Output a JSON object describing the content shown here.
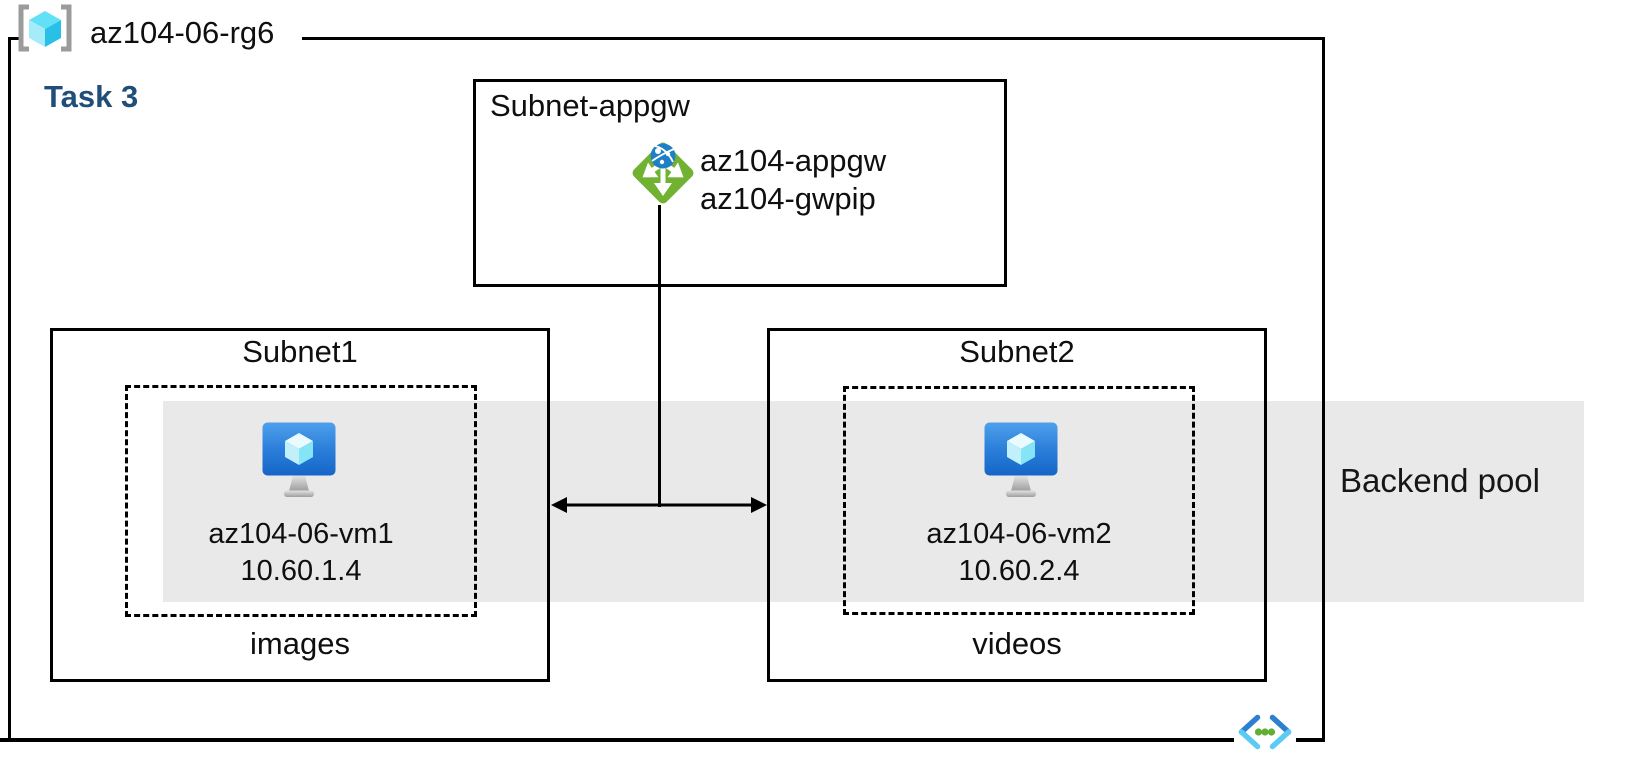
{
  "resource_group": {
    "label": "az104-06-rg6"
  },
  "task_label": "Task 3",
  "appgw_subnet": {
    "title": "Subnet-appgw",
    "gateway_name": "az104-appgw",
    "gateway_pip": "az104-gwpip"
  },
  "subnet1": {
    "title": "Subnet1",
    "vm_name": "az104-06-vm1",
    "vm_ip": "10.60.1.4",
    "app_label": "images"
  },
  "subnet2": {
    "title": "Subnet2",
    "vm_name": "az104-06-vm2",
    "vm_ip": "10.60.2.4",
    "app_label": "videos"
  },
  "backend_pool": {
    "label": "Backend pool"
  },
  "icons": {
    "resource_group": "resource-group-icon",
    "application_gateway": "application-gateway-icon",
    "virtual_machine": "virtual-machine-icon",
    "code": "code-icon"
  },
  "colors": {
    "backend_band": "#E9E9E9",
    "task_text": "#1F4E79",
    "border": "#000000",
    "appgw_green": "#71B232",
    "globe_blue": "#1F7FC4",
    "vm_blue_top": "#4FA0EC",
    "vm_blue_bottom": "#1565C8",
    "cube_cyan": "#62E1F6",
    "bracket_gray": "#9B9B9B",
    "code_blue": "#2E7FD0",
    "code_cyan": "#5BCBF5",
    "code_green": "#61AE33"
  }
}
